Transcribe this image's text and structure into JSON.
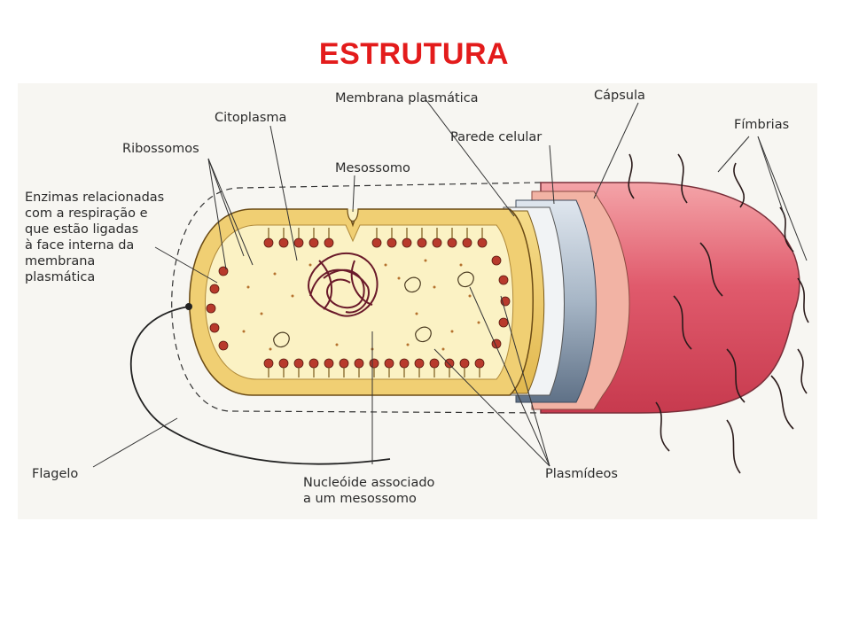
{
  "title": "ESTRUTURA",
  "labels": {
    "membrana_plasmatica": "Membrana plasmática",
    "capsula": "Cápsula",
    "citoplasma": "Citoplasma",
    "parede_celular": "Parede celular",
    "fimbrias": "Fímbrias",
    "ribossomos": "Ribossomos",
    "mesossomo": "Mesossomo",
    "enzimas": [
      "Enzimas relacionadas",
      "com a respiração e",
      "que estão ligadas",
      "à face interna da",
      "membrana",
      "plasmática"
    ],
    "flagelo": "Flagelo",
    "nucleoide": [
      "Nucleóide associado",
      "a um mesossomo"
    ],
    "plasmideos": "Plasmídeos"
  },
  "colors": {
    "title": "#e31b1b",
    "capsule": "#e0566a",
    "wall": "#f0d070",
    "membrane": "#a8b8c8",
    "cytoplasm": "#fbf2c4",
    "ribosome": "#b83a2c"
  }
}
